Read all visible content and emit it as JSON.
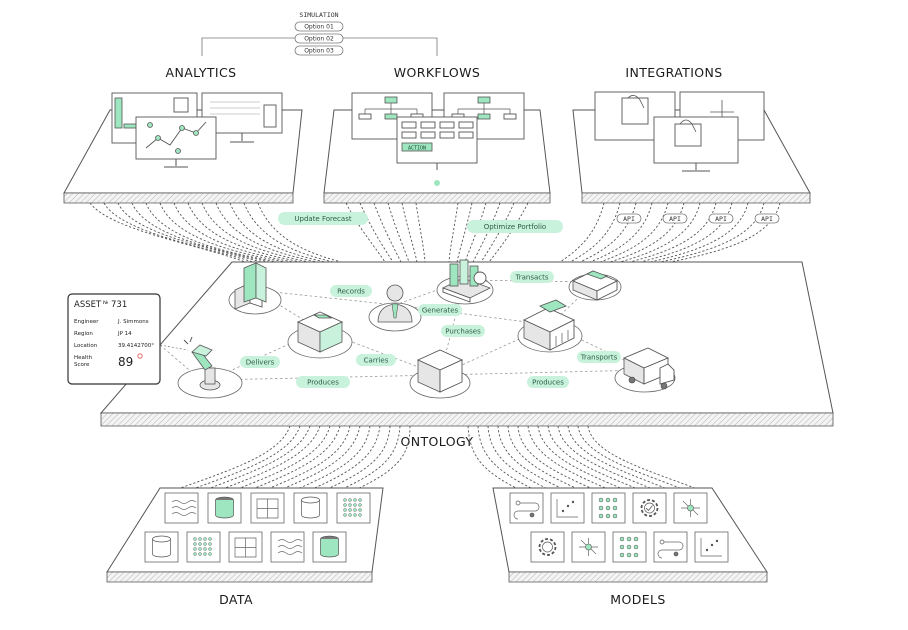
{
  "simulation": {
    "label": "SIMULATION",
    "options": [
      "Option 01",
      "Option 02",
      "Option 03"
    ]
  },
  "sections": {
    "analytics": "ANALYTICS",
    "workflows": "WORKFLOWS",
    "integrations": "INTEGRATIONS",
    "ontology": "ONTOLOGY",
    "data": "DATA",
    "models": "MODELS"
  },
  "flow_tags": {
    "update_forecast": "Update Forecast",
    "optimize_portfolio": "Optimize Portfolio"
  },
  "api_pills": [
    "API",
    "API",
    "API",
    "API"
  ],
  "workflow_action": "ACTION",
  "relations": {
    "records": "Records",
    "generates": "Generates",
    "transacts": "Transacts",
    "purchases": "Purchases",
    "delivers": "Delivers",
    "carries": "Carries",
    "produces_1": "Produces",
    "produces_2": "Produces",
    "transports": "Transports"
  },
  "asset_card": {
    "title": "ASSET",
    "number": "№731",
    "rows": [
      {
        "label": "Engineer",
        "value": "J. Simmons"
      },
      {
        "label": "Region",
        "value": "JP 14"
      },
      {
        "label": "Location",
        "value": "39.4142700°"
      }
    ],
    "health_label_1": "Health",
    "health_label_2": "Score",
    "health_score": "89"
  },
  "colors": {
    "accent_green": "#9ee6bf",
    "tag_green": "#c9f2dc",
    "line": "#555555",
    "alert": "#e05050"
  }
}
